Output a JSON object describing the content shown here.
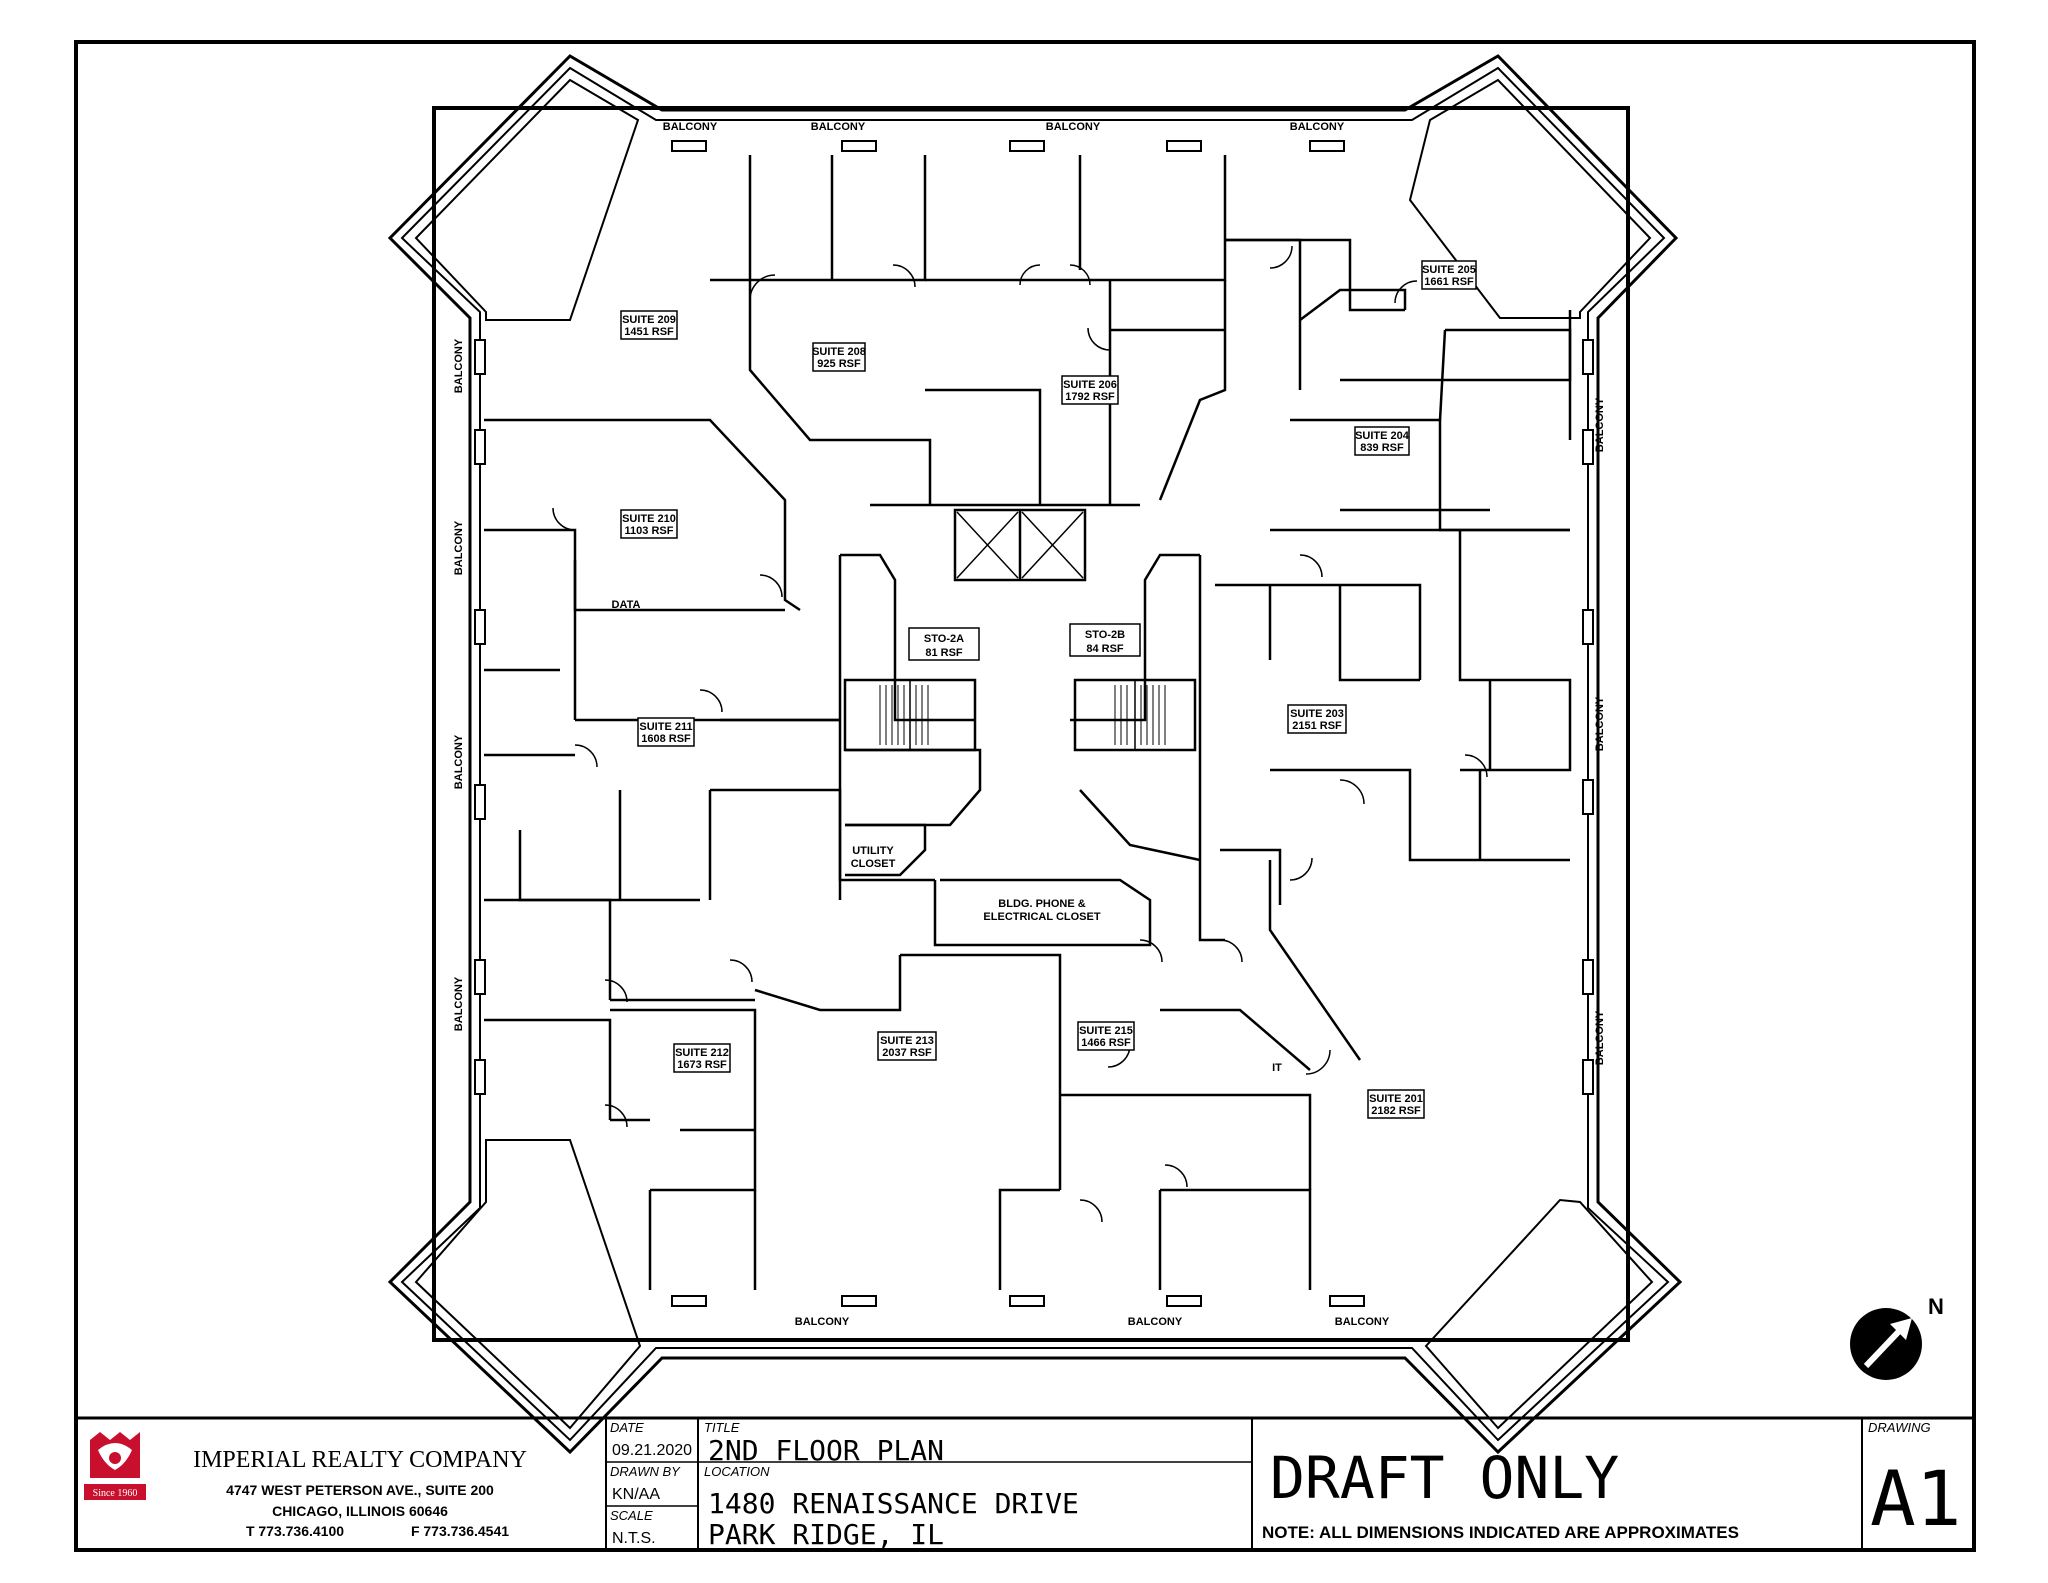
{
  "balconies": {
    "top": [
      "BALCONY",
      "BALCONY",
      "BALCONY",
      "BALCONY"
    ],
    "bottom": [
      "BALCONY",
      "BALCONY",
      "BALCONY"
    ],
    "left": [
      "BALCONY",
      "BALCONY",
      "BALCONY",
      "BALCONY"
    ],
    "right": [
      "BALCONY",
      "BALCONY",
      "BALCONY"
    ]
  },
  "suites": [
    {
      "name": "SUITE 209",
      "rsf": "1451 RSF"
    },
    {
      "name": "SUITE 208",
      "rsf": "925 RSF"
    },
    {
      "name": "SUITE 206",
      "rsf": "1792 RSF"
    },
    {
      "name": "SUITE 205",
      "rsf": "1661 RSF"
    },
    {
      "name": "SUITE 204",
      "rsf": "839 RSF"
    },
    {
      "name": "SUITE 210",
      "rsf": "1103 RSF"
    },
    {
      "name": "SUITE 211",
      "rsf": "1608 RSF"
    },
    {
      "name": "SUITE 203",
      "rsf": "2151 RSF"
    },
    {
      "name": "SUITE 212",
      "rsf": "1673 RSF"
    },
    {
      "name": "SUITE 213",
      "rsf": "2037 RSF"
    },
    {
      "name": "SUITE 215",
      "rsf": "1466 RSF"
    },
    {
      "name": "SUITE 201",
      "rsf": "2182 RSF"
    }
  ],
  "storage": [
    {
      "name": "STO-2A",
      "rsf": "81 RSF"
    },
    {
      "name": "STO-2B",
      "rsf": "84 RSF"
    }
  ],
  "rooms": {
    "data": "DATA",
    "utility_1": "UTILITY",
    "utility_2": "CLOSET",
    "bldg_1": "BLDG. PHONE &",
    "bldg_2": "ELECTRICAL CLOSET",
    "it": "IT"
  },
  "north_label": "N",
  "title_block": {
    "company": "IMPERIAL REALTY COMPANY",
    "address_1": "4747 WEST PETERSON AVE., SUITE 200",
    "address_2": "CHICAGO, ILLINOIS 60646",
    "phone": "T 773.736.4100",
    "fax": "F 773.736.4541",
    "logo_text": "Since 1960",
    "date_label": "DATE",
    "date_value": "09.21.2020",
    "drawn_by_label": "DRAWN BY",
    "drawn_by_value": "KN/AA",
    "scale_label": "SCALE",
    "scale_value": "N.T.S.",
    "title_label": "TITLE",
    "title_value": "2ND FLOOR PLAN",
    "location_label": "LOCATION",
    "location_1": "1480 RENAISSANCE DRIVE",
    "location_2": "PARK RIDGE, IL",
    "draft": "DRAFT ONLY",
    "note": "NOTE: ALL DIMENSIONS INDICATED ARE APPROXIMATES",
    "drawing_label": "DRAWING",
    "drawing_value": "A1"
  }
}
